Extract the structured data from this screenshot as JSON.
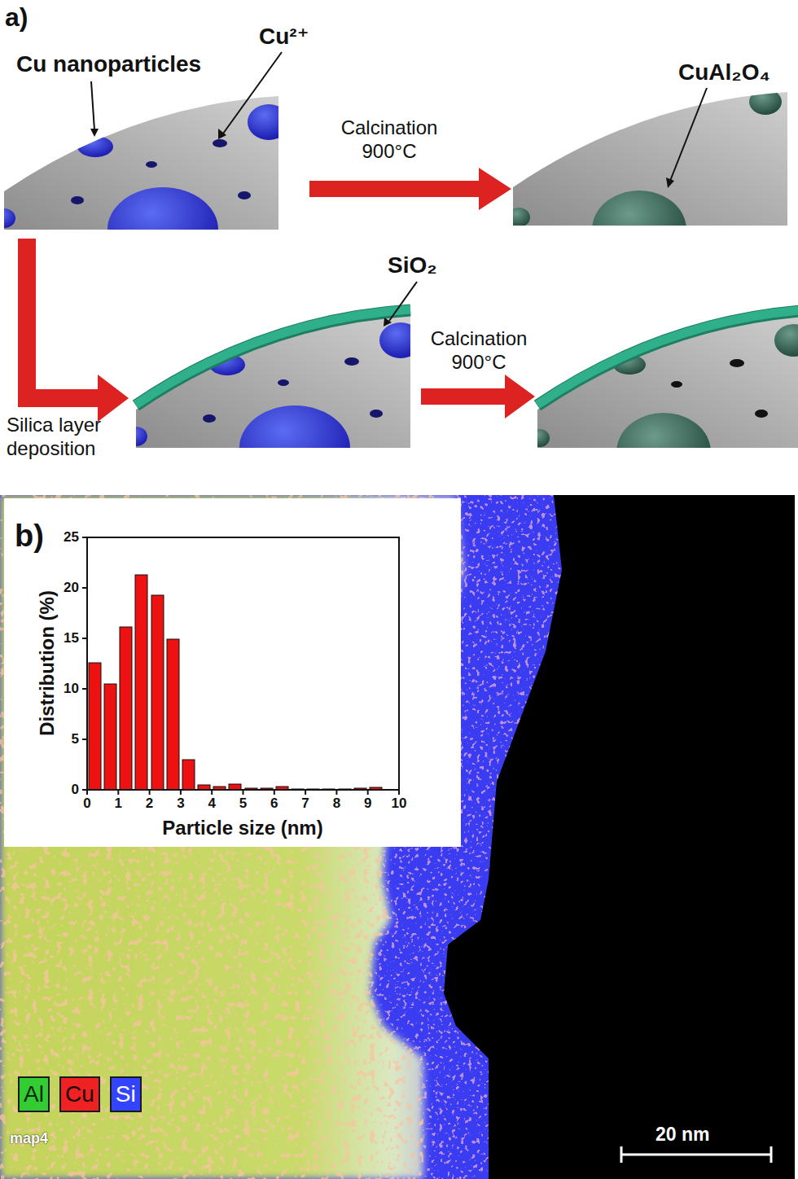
{
  "diagram": {
    "labels": [
      "a)",
      "Cu nanoparticles",
      "Cu²⁺",
      "CuAl₂O₄",
      "Calcination 900°C",
      "SiO₂",
      "Silica layer deposition",
      "Calcination 900°C",
      "b)",
      "0",
      "5",
      "10",
      "15",
      "20",
      "25",
      "0",
      "1",
      "2",
      "3",
      "4",
      "5",
      "6",
      "7",
      "8",
      "9",
      "10",
      "Distribution (%)",
      "Particle size (nm)",
      "map4",
      "20 nm"
    ],
    "legend": [
      {
        "text": "Al",
        "color": "#33cc33"
      },
      {
        "text": "Cu",
        "color": "#ee2222"
      },
      {
        "text": "Si",
        "color": "#3344ff"
      }
    ]
  }
}
